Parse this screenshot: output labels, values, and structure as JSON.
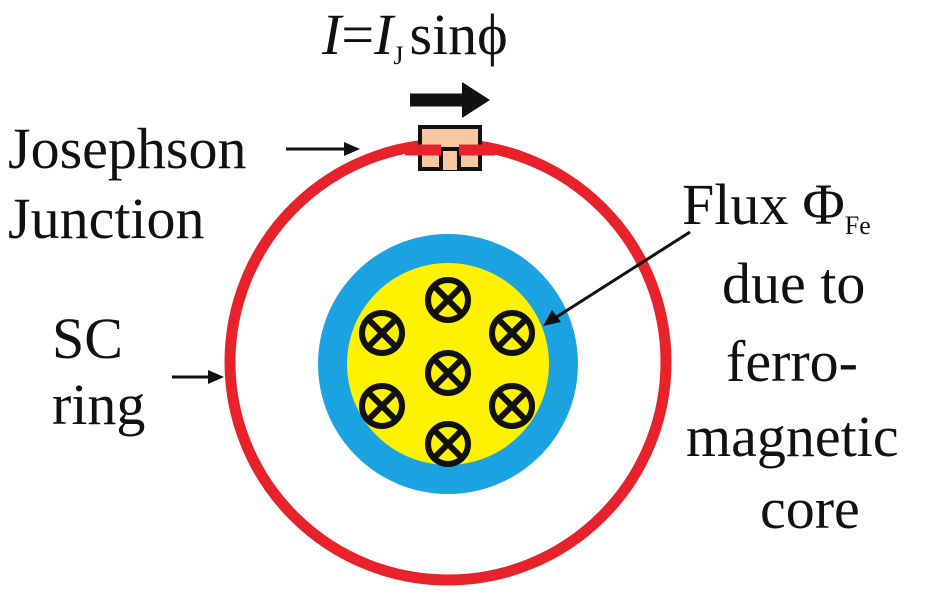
{
  "colors": {
    "ring": "#e8222b",
    "junction_fill": "#f8c9a0",
    "core_outer": "#1aa3e0",
    "core_inner": "#fff200",
    "flux_symbol": "#111111",
    "text": "#111111"
  },
  "current_label": {
    "I": "I",
    "equals": "=",
    "I_J": "I",
    "J_sub": "J",
    "sin_phi": "sinϕ"
  },
  "junction_label": {
    "line1": "Josephson",
    "line2": "Junction"
  },
  "ring_label": {
    "line1": "SC",
    "line2": "ring"
  },
  "flux_label": {
    "word": "Flux",
    "symbol": "Φ",
    "subscript": "Fe",
    "line2": "due to",
    "line3": "ferro-",
    "line4": "magnetic",
    "line5": "core"
  },
  "flux_symbol_icon": "into-page-cross-circle-icon",
  "arrow_icon": "arrow-right-icon"
}
